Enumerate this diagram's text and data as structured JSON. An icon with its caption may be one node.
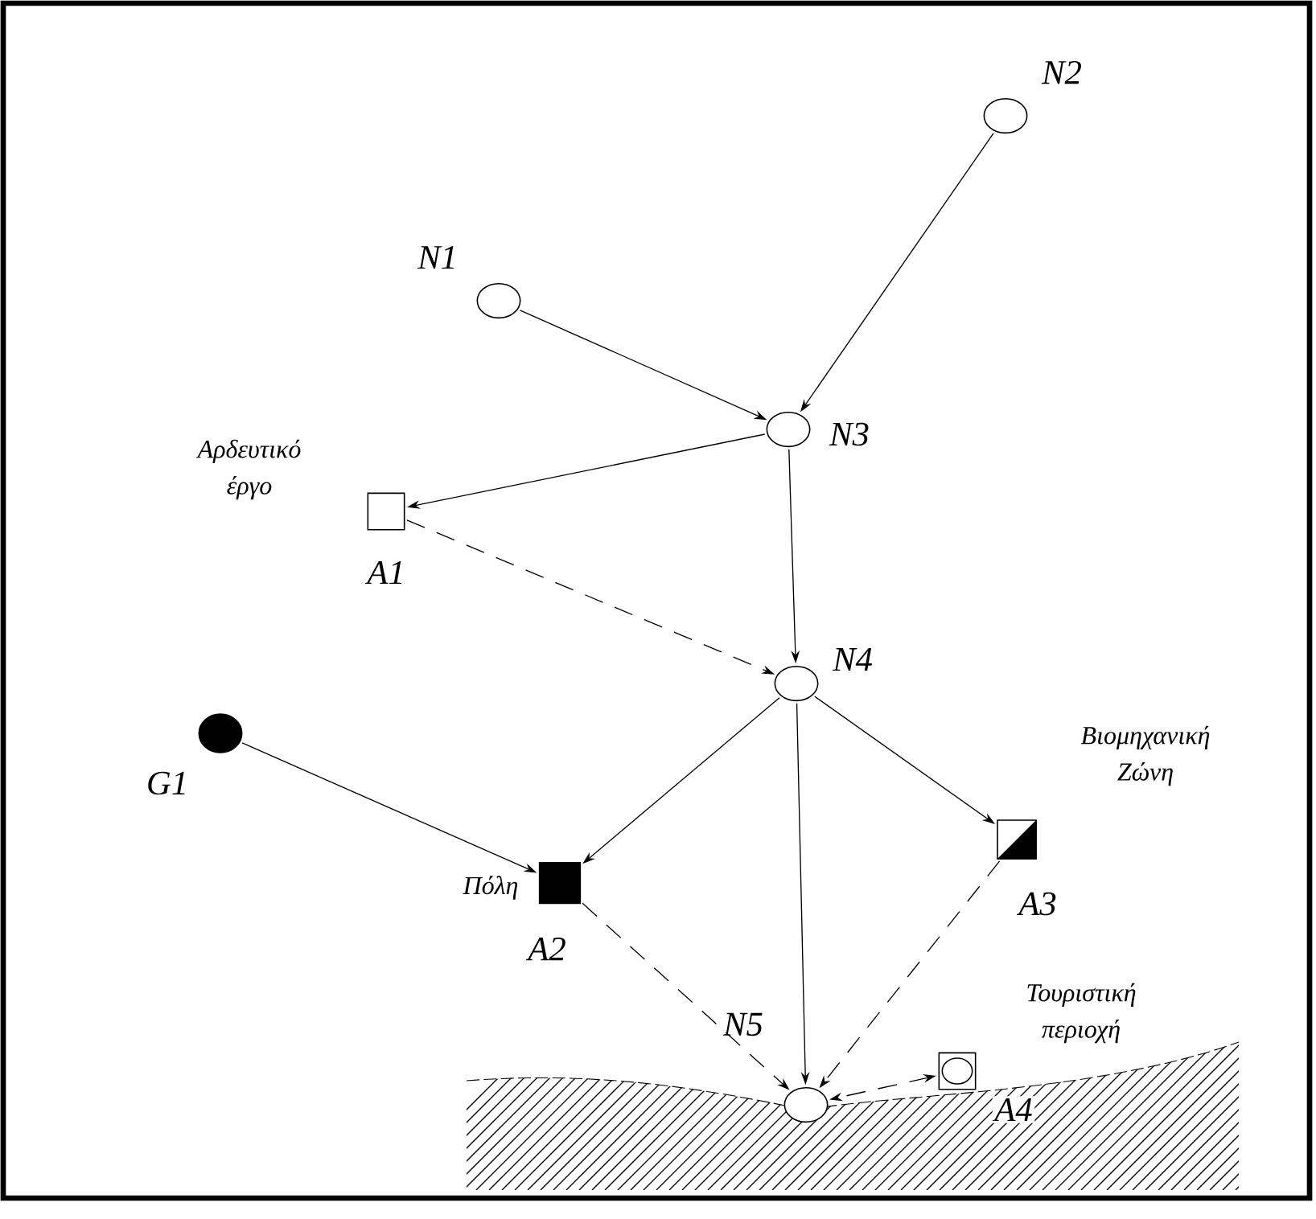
{
  "diagram": {
    "nodes": [
      {
        "text": [
          "N1"
        ]
      },
      {
        "text": [
          "N2"
        ]
      },
      {
        "text": [
          "N3"
        ]
      },
      {
        "text": [
          "A1"
        ],
        "beside": [
          "Αρδευτικό έργο"
        ]
      },
      {
        "text": [
          "N4"
        ]
      },
      {
        "text": [
          "G1"
        ]
      },
      {
        "text": [
          "A2"
        ],
        "beside": [
          "Πόλη"
        ]
      },
      {
        "text": [
          "A3"
        ],
        "beside": [
          "Βιομηχανική Ζώνη"
        ]
      },
      {
        "text": [
          "N5"
        ]
      },
      {
        "text": [
          "A4"
        ],
        "beside": [
          "Τουριστική περιοχή"
        ]
      }
    ],
    "edges": [
      {
        "from": 0,
        "to": 2,
        "arrow": "to"
      },
      {
        "from": 1,
        "to": 2,
        "arrow": "to"
      },
      {
        "from": 2,
        "to": 3,
        "arrow": "to"
      },
      {
        "from": 2,
        "to": 4,
        "arrow": "to"
      },
      {
        "from": 3,
        "to": 4,
        "arrow": "to",
        "style": "dashed"
      },
      {
        "from": 4,
        "to": 6,
        "arrow": "to"
      },
      {
        "from": 4,
        "to": 7,
        "arrow": "to"
      },
      {
        "from": 4,
        "to": 8,
        "arrow": "to"
      },
      {
        "from": 5,
        "to": 6,
        "arrow": "to"
      },
      {
        "from": 6,
        "to": 8,
        "arrow": "to",
        "style": "dashed"
      },
      {
        "from": 7,
        "to": 8,
        "arrow": "to",
        "style": "dashed"
      },
      {
        "from": 9,
        "to": 8,
        "arrow": "both",
        "style": "dashed"
      }
    ]
  }
}
